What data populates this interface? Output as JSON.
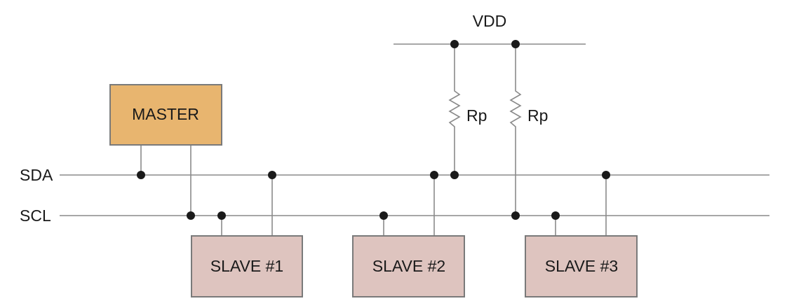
{
  "labels": {
    "vdd": "VDD",
    "sda": "SDA",
    "scl": "SCL",
    "rp1": "Rp",
    "rp2": "Rp"
  },
  "blocks": {
    "master": "MASTER",
    "slave1": "SLAVE #1",
    "slave2": "SLAVE #2",
    "slave3": "SLAVE #3"
  },
  "colors": {
    "master_fill": "#E8B56F",
    "slave_fill": "#DEC4BF",
    "wire": "#8a8a8a",
    "node": "#1a1a1a"
  }
}
